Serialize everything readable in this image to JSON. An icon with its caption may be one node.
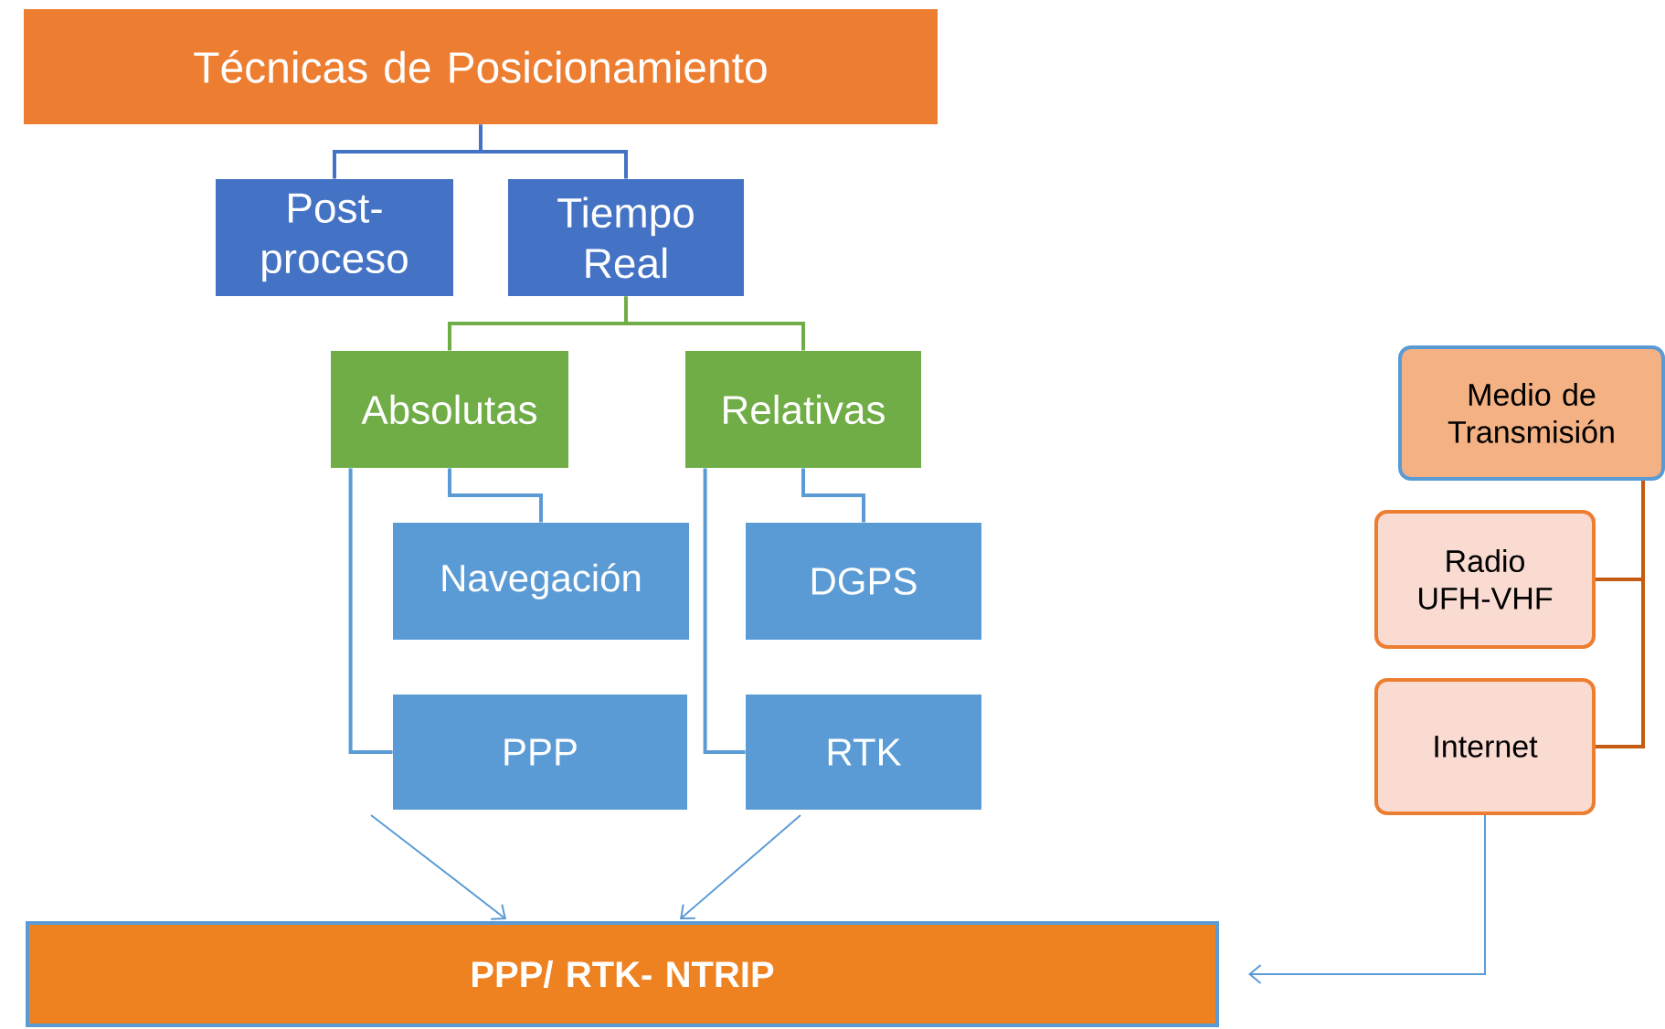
{
  "diagram": {
    "nodes": [
      {
        "text": [
          "Técnicas de Posicionamiento"
        ]
      },
      {
        "text": [
          "Post-proceso"
        ]
      },
      {
        "text": [
          "Tiempo Real"
        ]
      },
      {
        "text": [
          "Absolutas"
        ]
      },
      {
        "text": [
          "Relativas"
        ]
      },
      {
        "text": [
          "Navegación"
        ]
      },
      {
        "text": [
          "PPP"
        ]
      },
      {
        "text": [
          "DGPS"
        ]
      },
      {
        "text": [
          "RTK"
        ]
      },
      {
        "text": [
          "Medio de Transmisión"
        ]
      },
      {
        "text": [
          "Radio UFH-VHF"
        ]
      },
      {
        "text": [
          "Internet"
        ]
      },
      {
        "text": [
          "PPP/ RTK- NTRIP"
        ]
      }
    ],
    "edges": [
      {
        "from": 0,
        "to": 1,
        "arrow": "none",
        "color": "#4472c4"
      },
      {
        "from": 0,
        "to": 2,
        "arrow": "none",
        "color": "#4472c4"
      },
      {
        "from": 2,
        "to": 3,
        "arrow": "none",
        "color": "#70ad47"
      },
      {
        "from": 2,
        "to": 4,
        "arrow": "none",
        "color": "#70ad47"
      },
      {
        "from": 3,
        "to": 5,
        "arrow": "none"
      },
      {
        "from": 3,
        "to": 6,
        "arrow": "none"
      },
      {
        "from": 4,
        "to": 7,
        "arrow": "none"
      },
      {
        "from": 4,
        "to": 8,
        "arrow": "none"
      },
      {
        "from": 9,
        "to": 10,
        "arrow": "none",
        "color": "#c55a11"
      },
      {
        "from": 9,
        "to": 11,
        "arrow": "none",
        "color": "#c55a11"
      },
      {
        "from": 6,
        "to": 12,
        "arrow": "to"
      },
      {
        "from": 8,
        "to": 12,
        "arrow": "to"
      },
      {
        "from": 11,
        "to": 12,
        "arrow": "to"
      }
    ]
  }
}
